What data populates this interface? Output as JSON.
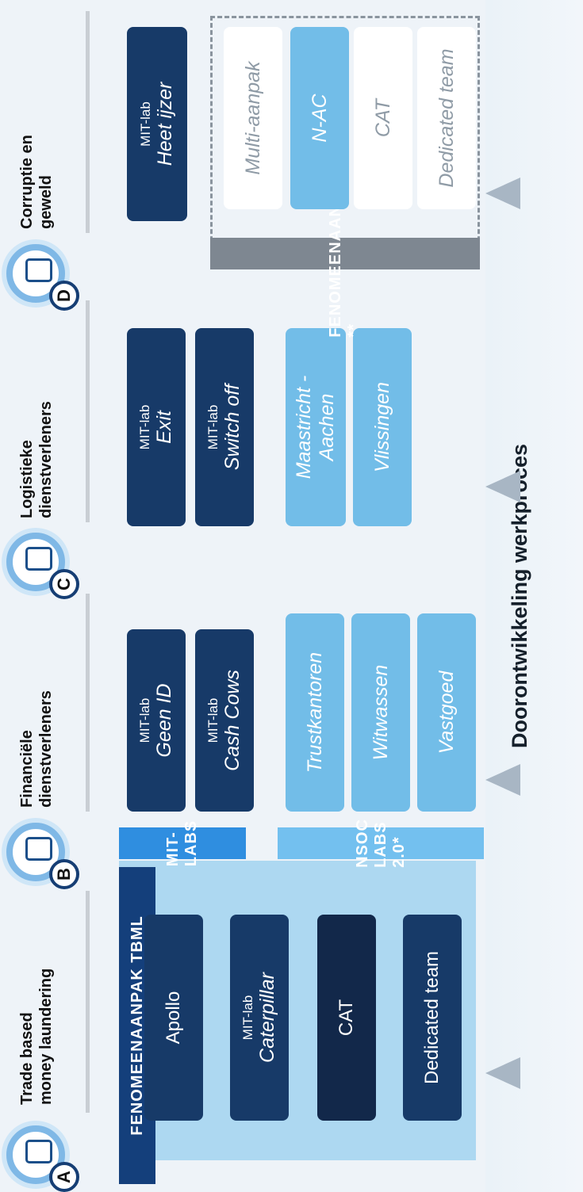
{
  "footer": {
    "label": "Doorontwikkeling werkproces"
  },
  "columns": [
    {
      "letter": "A",
      "icon": "camera-icon",
      "title": [
        "Trade based",
        "money laundering"
      ]
    },
    {
      "letter": "B",
      "icon": "phone-money-icon",
      "title": [
        "Financiële",
        "dienstverleners"
      ]
    },
    {
      "letter": "C",
      "icon": "truck-icon",
      "title": [
        "Logistieke",
        "dienstverleners"
      ]
    },
    {
      "letter": "D",
      "icon": "fist-icon",
      "title": [
        "Corruptie en",
        "geweld"
      ]
    }
  ],
  "a": {
    "bar": "FENOMEENAANPAK TBML",
    "items": [
      {
        "main": "Apollo"
      },
      {
        "prefix": "MIT-lab",
        "main": "Caterpillar"
      },
      {
        "main": "CAT"
      },
      {
        "main": "Dedicated team"
      }
    ]
  },
  "b": {
    "mit_bar": "MIT-LABS",
    "nsoc_bar": "NSOC LABS 2.0*",
    "mit": [
      {
        "prefix": "MIT-lab",
        "main": "Geen ID"
      },
      {
        "prefix": "MIT-lab",
        "main": "Cash Cows"
      }
    ],
    "nsoc": [
      "Trustkantoren",
      "Witwassen",
      "Vastgoed"
    ]
  },
  "c": {
    "mit": [
      {
        "prefix": "MIT-lab",
        "main": "Exit"
      },
      {
        "prefix": "MIT-lab",
        "main": "Switch off"
      }
    ],
    "nsoc": [
      "Maastricht - Aachen",
      "Vlissingen"
    ]
  },
  "d": {
    "mit": {
      "prefix": "MIT-lab",
      "main": "Heet ijzer"
    },
    "bar": "FENOMEENAANPAK **",
    "items": [
      "Multi-aanpak",
      "N-AC",
      "CAT",
      "Dedicated team"
    ]
  },
  "colors": {
    "navy": "#173a68",
    "light_blue": "#72bde8",
    "grey": "#7e8791"
  }
}
